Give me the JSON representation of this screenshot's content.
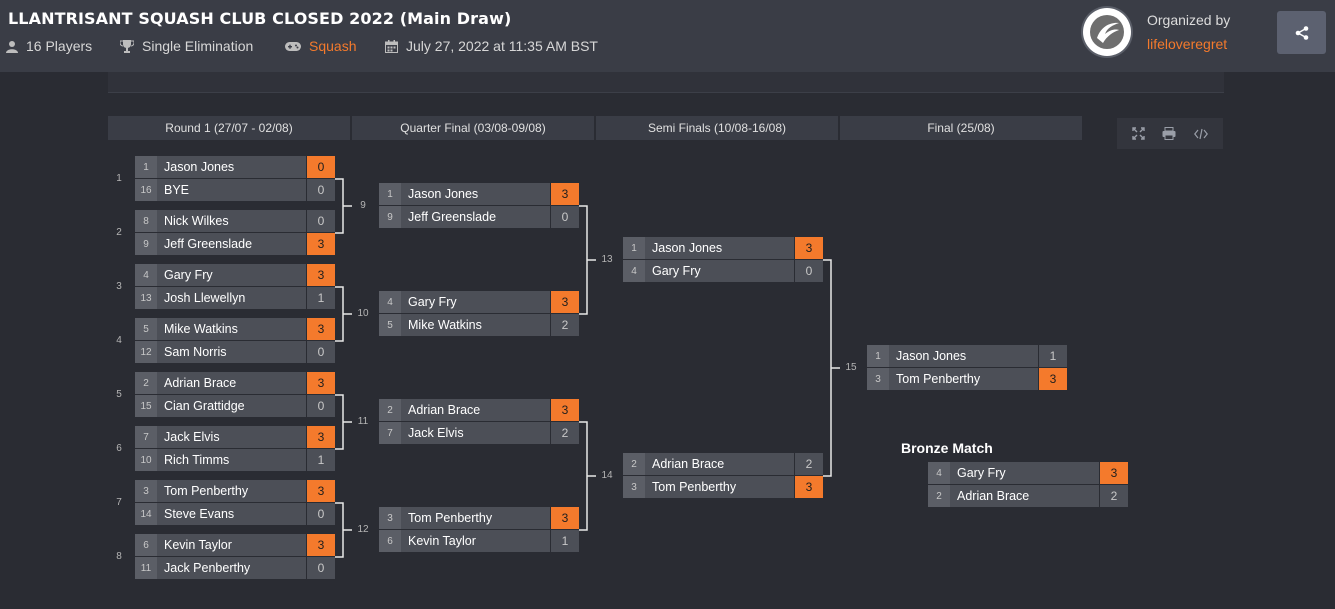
{
  "header": {
    "title": "LLANTRISANT SQUASH CLUB CLOSED 2022 (Main Draw)",
    "players": "16 Players",
    "format": "Single Elimination",
    "game": "Squash",
    "date": "July 27, 2022 at 11:35 AM BST",
    "organized_by_label": "Organized by",
    "organizer": "lifeloveregret",
    "accent_color": "#f47a2c"
  },
  "toolbar": {
    "icons": [
      "expand-icon",
      "print-icon",
      "embed-code-icon"
    ]
  },
  "rounds": [
    {
      "label": "Round 1 (27/07 - 02/08)"
    },
    {
      "label": "Quarter Final (03/08-09/08)"
    },
    {
      "label": "Semi Finals (10/08-16/08)"
    },
    {
      "label": "Final (25/08)"
    }
  ],
  "matches": [
    {
      "num": "1",
      "p1": {
        "seed": "1",
        "name": "Jason Jones",
        "score": "0",
        "win": true
      },
      "p2": {
        "seed": "16",
        "name": "BYE",
        "score": "0",
        "win": false
      }
    },
    {
      "num": "2",
      "p1": {
        "seed": "8",
        "name": "Nick Wilkes",
        "score": "0",
        "win": false
      },
      "p2": {
        "seed": "9",
        "name": "Jeff Greenslade",
        "score": "3",
        "win": true
      }
    },
    {
      "num": "3",
      "p1": {
        "seed": "4",
        "name": "Gary Fry",
        "score": "3",
        "win": true
      },
      "p2": {
        "seed": "13",
        "name": "Josh Llewellyn",
        "score": "1",
        "win": false
      }
    },
    {
      "num": "4",
      "p1": {
        "seed": "5",
        "name": "Mike Watkins",
        "score": "3",
        "win": true
      },
      "p2": {
        "seed": "12",
        "name": "Sam Norris",
        "score": "0",
        "win": false
      }
    },
    {
      "num": "5",
      "p1": {
        "seed": "2",
        "name": "Adrian Brace",
        "score": "3",
        "win": true
      },
      "p2": {
        "seed": "15",
        "name": "Cian Grattidge",
        "score": "0",
        "win": false
      }
    },
    {
      "num": "6",
      "p1": {
        "seed": "7",
        "name": "Jack Elvis",
        "score": "3",
        "win": true
      },
      "p2": {
        "seed": "10",
        "name": "Rich Timms",
        "score": "1",
        "win": false
      }
    },
    {
      "num": "7",
      "p1": {
        "seed": "3",
        "name": "Tom Penberthy",
        "score": "3",
        "win": true
      },
      "p2": {
        "seed": "14",
        "name": "Steve Evans",
        "score": "0",
        "win": false
      }
    },
    {
      "num": "8",
      "p1": {
        "seed": "6",
        "name": "Kevin Taylor",
        "score": "3",
        "win": true
      },
      "p2": {
        "seed": "11",
        "name": "Jack Penberthy",
        "score": "0",
        "win": false
      }
    },
    {
      "num": "9",
      "p1": {
        "seed": "1",
        "name": "Jason Jones",
        "score": "3",
        "win": true
      },
      "p2": {
        "seed": "9",
        "name": "Jeff Greenslade",
        "score": "0",
        "win": false
      }
    },
    {
      "num": "10",
      "p1": {
        "seed": "4",
        "name": "Gary Fry",
        "score": "3",
        "win": true
      },
      "p2": {
        "seed": "5",
        "name": "Mike Watkins",
        "score": "2",
        "win": false
      }
    },
    {
      "num": "11",
      "p1": {
        "seed": "2",
        "name": "Adrian Brace",
        "score": "3",
        "win": true
      },
      "p2": {
        "seed": "7",
        "name": "Jack Elvis",
        "score": "2",
        "win": false
      }
    },
    {
      "num": "12",
      "p1": {
        "seed": "3",
        "name": "Tom Penberthy",
        "score": "3",
        "win": true
      },
      "p2": {
        "seed": "6",
        "name": "Kevin Taylor",
        "score": "1",
        "win": false
      }
    },
    {
      "num": "13",
      "p1": {
        "seed": "1",
        "name": "Jason Jones",
        "score": "3",
        "win": true
      },
      "p2": {
        "seed": "4",
        "name": "Gary Fry",
        "score": "0",
        "win": false
      }
    },
    {
      "num": "14",
      "p1": {
        "seed": "2",
        "name": "Adrian Brace",
        "score": "2",
        "win": false
      },
      "p2": {
        "seed": "3",
        "name": "Tom Penberthy",
        "score": "3",
        "win": true
      }
    },
    {
      "num": "15",
      "p1": {
        "seed": "1",
        "name": "Jason Jones",
        "score": "1",
        "win": false
      },
      "p2": {
        "seed": "3",
        "name": "Tom Penberthy",
        "score": "3",
        "win": true
      }
    },
    {
      "num": "",
      "p1": {
        "seed": "4",
        "name": "Gary Fry",
        "score": "3",
        "win": true
      },
      "p2": {
        "seed": "2",
        "name": "Adrian Brace",
        "score": "2",
        "win": false
      }
    }
  ],
  "bronze_title": "Bronze Match"
}
